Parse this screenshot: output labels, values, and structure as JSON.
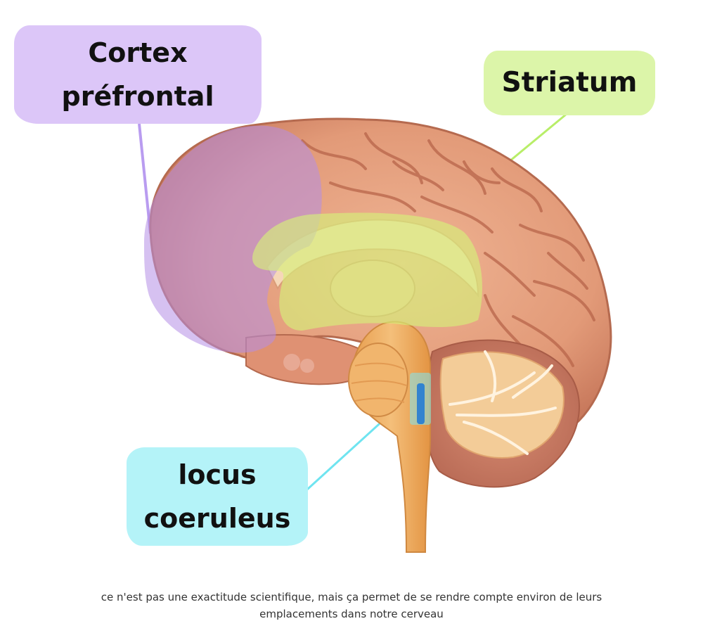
{
  "labels": {
    "cortex": {
      "text": "Cortex\npréfrontal",
      "color": "#dcc6f8",
      "line_color": "#b99cf0"
    },
    "striatum": {
      "text": "Striatum",
      "color": "#dcf5a9",
      "line_color": "#b8ee68"
    },
    "locus": {
      "text": "locus\ncoeruleus",
      "color": "#b4f3f8",
      "line_color": "#6fe4f0"
    }
  },
  "caption": "ce n'est pas une exactitude scientifique, mais ça permet de se rendre compte environ de leurs emplacements dans notre cerveau",
  "colors": {
    "brain_outer": "#e39a78",
    "brain_fold": "#c26a4f",
    "brainstem": "#f0b062",
    "cerebellum": "#f1c48f",
    "prefrontal_overlay": "#b48ee6",
    "striatum_overlay": "#d6f07a",
    "locus_overlay": "#2b7fd1"
  }
}
